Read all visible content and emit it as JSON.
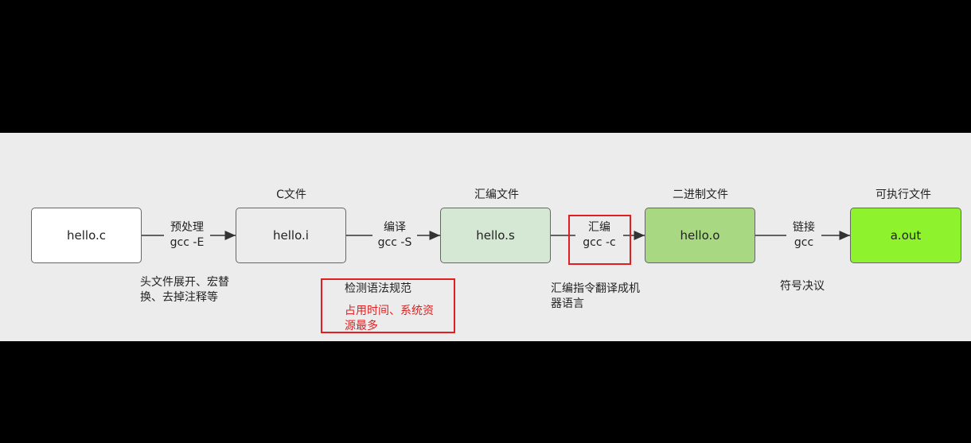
{
  "nodes": [
    {
      "label": "hello.c",
      "title": "",
      "fill": "#ffffff"
    },
    {
      "label": "hello.i",
      "title": "C文件",
      "fill": "#ececec"
    },
    {
      "label": "hello.s",
      "title": "汇编文件",
      "fill": "#d5e8d4"
    },
    {
      "label": "hello.o",
      "title": "二进制文件",
      "fill": "#a8d882"
    },
    {
      "label": "a.out",
      "title": "可执行文件",
      "fill": "#8ef22c"
    }
  ],
  "edges": [
    {
      "line1": "预处理",
      "line2": "gcc -E"
    },
    {
      "line1": "编译",
      "line2": "gcc -S"
    },
    {
      "line1": "汇编",
      "line2": "gcc -c"
    },
    {
      "line1": "链接",
      "line2": "gcc"
    }
  ],
  "notes": {
    "preprocess": "头文件展开、宏替换、去掉注释等",
    "compile_check": "检测语法规范",
    "compile_cost": "占用时间、系统资源最多",
    "assemble": "汇编指令翻译成机器语言",
    "link": "符号决议"
  },
  "colors": {
    "highlight": "#e02020",
    "background": "#ececec",
    "letterbox": "#000000"
  }
}
